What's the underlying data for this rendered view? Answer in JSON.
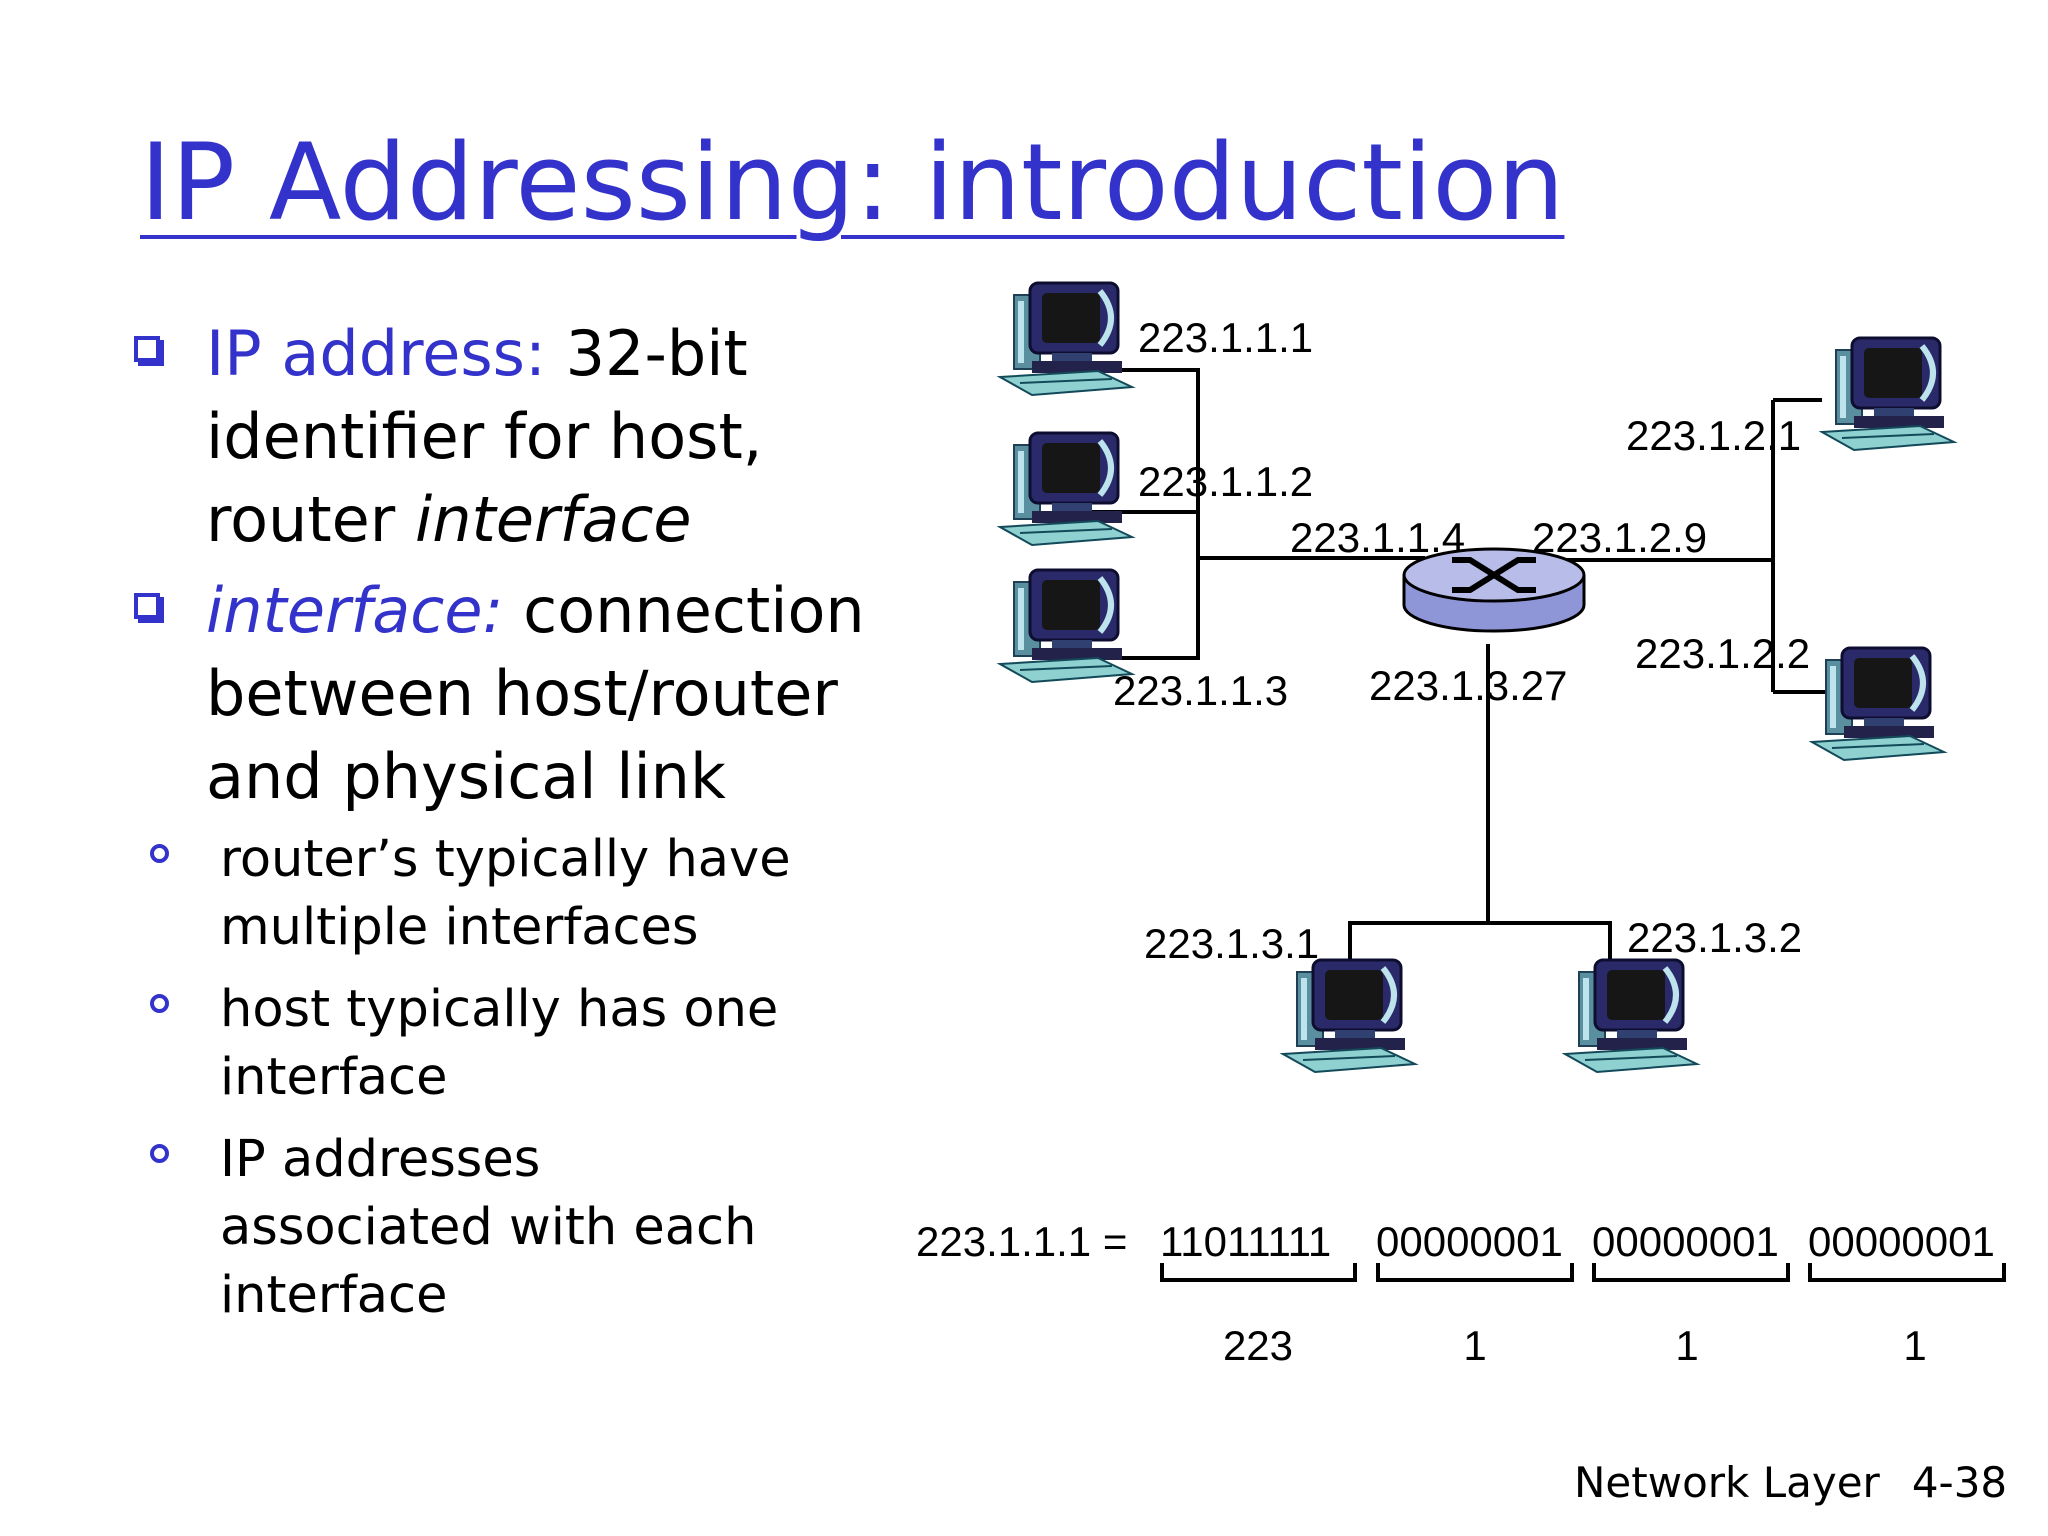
{
  "title": "IP Addressing: introduction",
  "bullets": [
    {
      "term": "IP address:",
      "lines": [
        "32-bit",
        "identifier for host,",
        "router",
        "interface"
      ]
    },
    {
      "term": "interface:",
      "lines": [
        "connection",
        "between host/router",
        "and physical link"
      ],
      "sub": [
        [
          "router’s typically have",
          "multiple interfaces"
        ],
        [
          "host typically has one",
          "interface"
        ],
        [
          "IP addresses",
          "associated with each",
          "interface"
        ]
      ]
    }
  ],
  "diagram": {
    "labels": {
      "h111": "223.1.1.1",
      "h112": "223.1.1.2",
      "h113": "223.1.1.3",
      "r114": "223.1.1.4",
      "r129": "223.1.2.9",
      "h121": "223.1.2.1",
      "h122": "223.1.2.2",
      "r1327": "223.1.3.27",
      "h131": "223.1.3.1",
      "h132": "223.1.3.2"
    },
    "binary": {
      "prefix": "223.1.1.1 =",
      "octets": [
        "11011111",
        "00000001",
        "00000001",
        "00000001"
      ],
      "decimals": [
        "223",
        "1",
        "1",
        "1"
      ]
    }
  },
  "footer": {
    "chapter": "Network Layer",
    "page": "4-38"
  },
  "colors": {
    "accent": "#3333cc",
    "text": "#000000",
    "router_body": "#b8bce8",
    "monitor_frame": "#2a2a6a",
    "keyboard": "#8fd0d0"
  },
  "icons": [
    "checkbox-bullet-icon",
    "circle-bullet-icon",
    "computer-icon",
    "router-icon"
  ]
}
